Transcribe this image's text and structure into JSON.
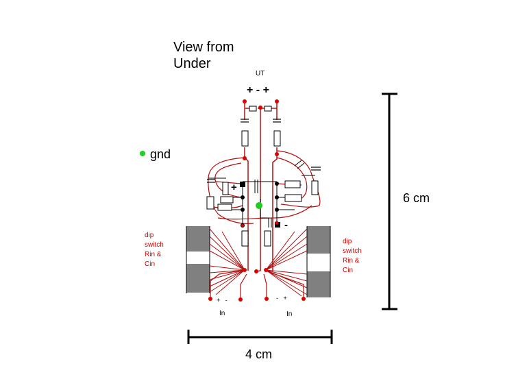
{
  "title_line1": "View from",
  "title_line2": "Under",
  "out_label": "UT",
  "out_pins": "+ - +",
  "gnd_label": "gnd",
  "dip_left": [
    "dip",
    "switch",
    "Rin &",
    "Cin"
  ],
  "dip_right": [
    "dip",
    "switch",
    "Rin &",
    "Cin"
  ],
  "in_left_pins": "+   -",
  "in_right_pins": "-   +",
  "in_left_label": "In",
  "in_right_label": "In",
  "cap_plus": "+",
  "cap_minus": "-",
  "height_label": "6 cm",
  "width_label": "4 cm",
  "colors": {
    "trace": "#b01010",
    "pad": "#e00000",
    "ground": "#22cc22",
    "switch": "#808080",
    "ink": "#000000"
  }
}
